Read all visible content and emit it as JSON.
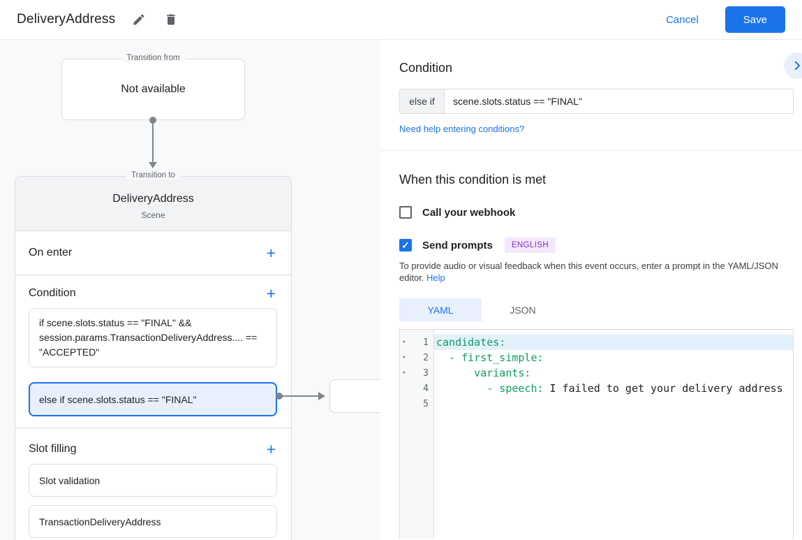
{
  "header": {
    "title": "DeliveryAddress",
    "cancel_label": "Cancel",
    "save_label": "Save"
  },
  "diagram": {
    "transition_from": {
      "legend": "Transition from",
      "content": "Not available"
    },
    "transition_to": {
      "legend": "Transition to",
      "title": "DeliveryAddress",
      "subtitle": "Scene"
    },
    "on_enter": {
      "label": "On enter"
    },
    "condition": {
      "label": "Condition",
      "if_text": "if scene.slots.status == \"FINAL\" && session.params.TransactionDeliveryAddress.... == \"ACCEPTED\"",
      "else_text": "else if scene.slots.status == \"FINAL\""
    },
    "slot_filling": {
      "label": "Slot filling",
      "items": [
        "Slot validation",
        "TransactionDeliveryAddress"
      ]
    }
  },
  "panel": {
    "title": "Condition",
    "condition_row": {
      "prefix": "else if",
      "value": "scene.slots.status == \"FINAL\""
    },
    "help_link": "Need help entering conditions?",
    "when_met": {
      "title": "When this condition is met",
      "webhook_label": "Call your webhook",
      "prompts_label": "Send prompts",
      "language_badge": "ENGLISH",
      "description": "To provide audio or visual feedback when this event occurs, enter a prompt in the YAML/JSON editor.",
      "description_link": "Help"
    },
    "tabs": [
      {
        "label": "YAML"
      },
      {
        "label": "JSON"
      }
    ],
    "editor": {
      "lines": [
        {
          "number": "1",
          "code": "candidates:",
          "value": ""
        },
        {
          "number": "2",
          "code": "  - first_simple:",
          "value": ""
        },
        {
          "number": "3",
          "code": "      variants:",
          "value": ""
        },
        {
          "number": "4",
          "code": "        - speech:",
          "value": " I failed to get your delivery address"
        },
        {
          "number": "5",
          "code": "",
          "value": ""
        }
      ]
    }
  },
  "icons": {
    "plus": "+",
    "check": "✓",
    "fold": "▾"
  },
  "colors": {
    "accent": "#1a73e8",
    "code_green": "#0f9d58",
    "badge_bg": "#f3e8fd",
    "badge_text": "#8430ce"
  }
}
